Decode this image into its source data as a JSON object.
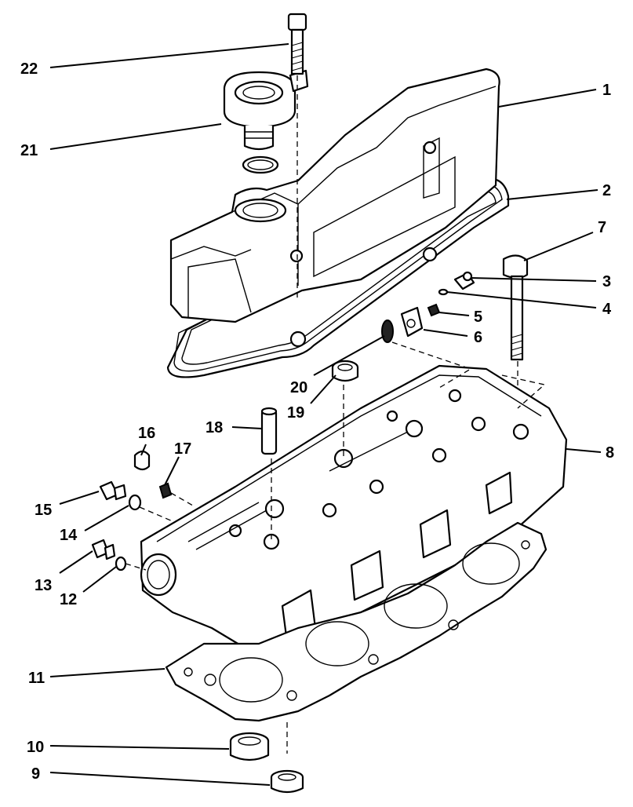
{
  "callouts": [
    {
      "label": "1"
    },
    {
      "label": "2"
    },
    {
      "label": "3"
    },
    {
      "label": "4"
    },
    {
      "label": "5"
    },
    {
      "label": "6"
    },
    {
      "label": "7"
    },
    {
      "label": "8"
    },
    {
      "label": "9"
    },
    {
      "label": "10"
    },
    {
      "label": "11"
    },
    {
      "label": "12"
    },
    {
      "label": "13"
    },
    {
      "label": "14"
    },
    {
      "label": "15"
    },
    {
      "label": "16"
    },
    {
      "label": "17"
    },
    {
      "label": "18"
    },
    {
      "label": "19"
    },
    {
      "label": "20"
    },
    {
      "label": "21"
    },
    {
      "label": "22"
    }
  ]
}
